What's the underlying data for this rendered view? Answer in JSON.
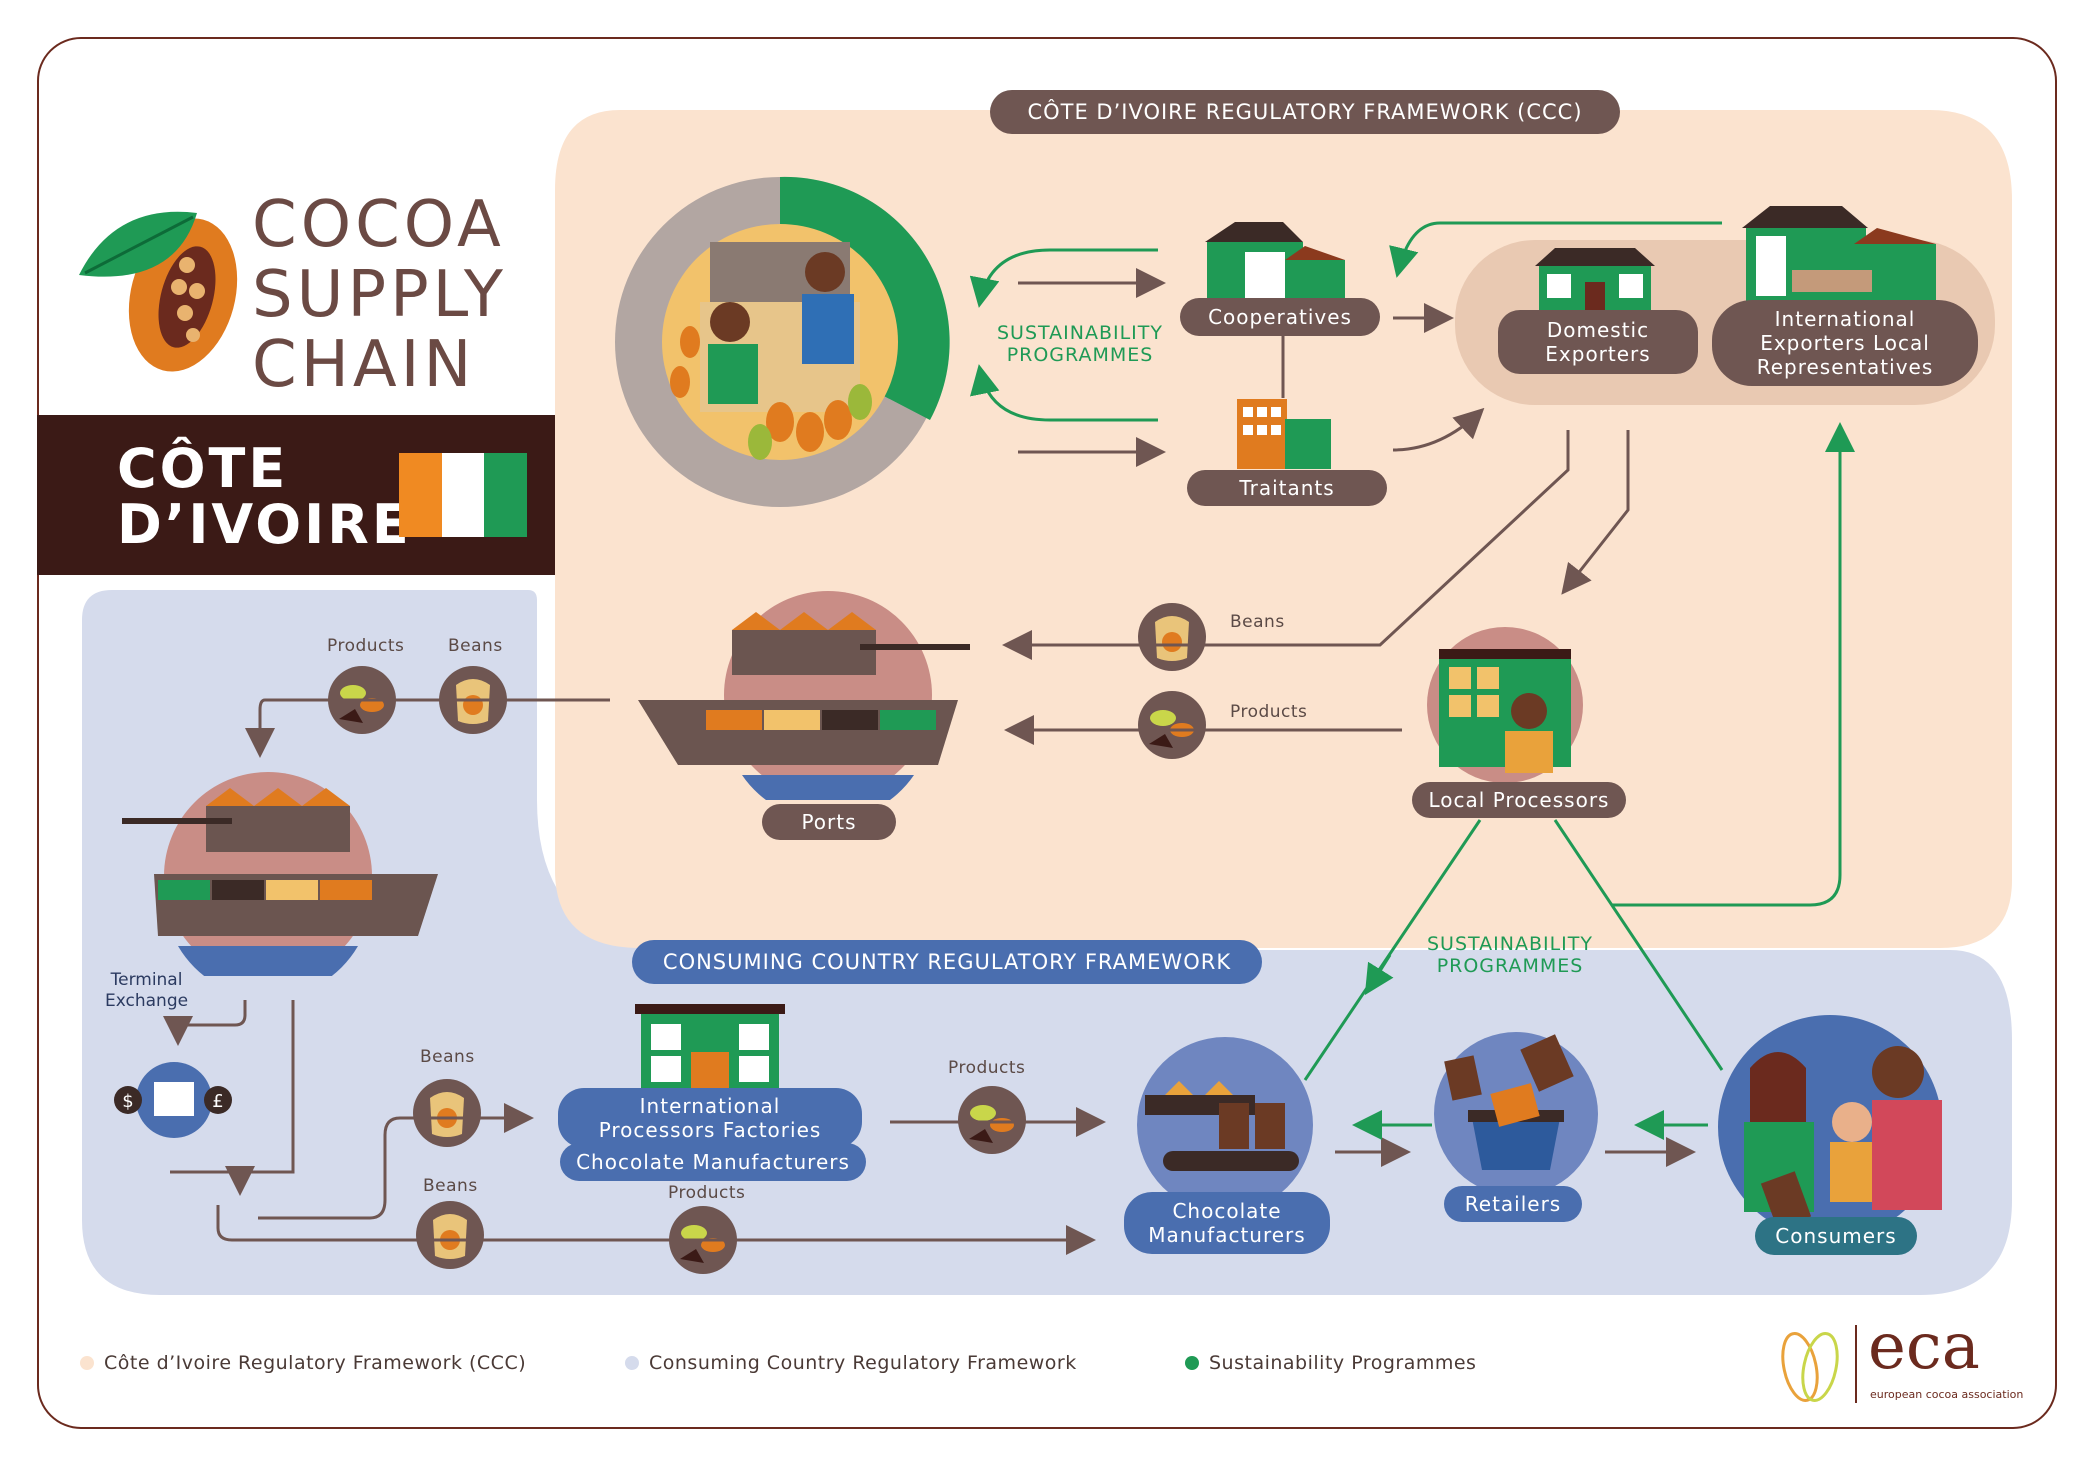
{
  "title": {
    "line1": "COCOA",
    "line2": "SUPPLY",
    "line3": "CHAIN"
  },
  "country": {
    "line1": "CÔTE",
    "line2": "D’IVOIRE"
  },
  "frameworks": {
    "producer": "CÔTE D’IVOIRE REGULATORY FRAMEWORK (CCC)",
    "consumer": "CONSUMING COUNTRY REGULATORY FRAMEWORK"
  },
  "sustainability": {
    "top_line1": "SUSTAINABILITY",
    "top_line2": "PROGRAMMES",
    "bottom_line1": "SUSTAINABILITY",
    "bottom_line2": "PROGRAMMES"
  },
  "nodes": {
    "cooperatives": "Cooperatives",
    "traitants": "Traitants",
    "domestic_exporters_1": "Domestic",
    "domestic_exporters_2": "Exporters",
    "intl_exporters_1": "International",
    "intl_exporters_2": "Exporters Local",
    "intl_exporters_3": "Representatives",
    "local_processors": "Local Processors",
    "ports": "Ports",
    "terminal_exchange_1": "Terminal",
    "terminal_exchange_2": "Exchange",
    "intl_processors_1": "International",
    "intl_processors_2": "Processors Factories",
    "chocolate_manufacturers_box": "Chocolate Manufacturers",
    "chocolate_manufacturers_1": "Chocolate",
    "chocolate_manufacturers_2": "Manufacturers",
    "retailers": "Retailers",
    "consumers": "Consumers"
  },
  "flow_labels": {
    "beans_top": "Beans",
    "products_top": "Products",
    "left_products": "Products",
    "left_beans": "Beans",
    "mid_beans": "Beans",
    "mid_products": "Products",
    "low_beans": "Beans",
    "low_products": "Products"
  },
  "currency": {
    "dollar": "$",
    "pound": "£"
  },
  "legend": [
    {
      "label": "Côte d’Ivoire Regulatory Framework (CCC)",
      "color": "#fbe3cf"
    },
    {
      "label": "Consuming Country Regulatory Framework",
      "color": "#d5dbec"
    },
    {
      "label": "Sustainability Programmes",
      "color": "#1f9a55"
    }
  ],
  "logo": {
    "name": "eca",
    "tagline": "european cocoa association"
  },
  "colors": {
    "brown": "#6f5652",
    "blue": "#4a6eaf",
    "green": "#1f9a55",
    "peach": "#fbe3cf",
    "lavender": "#d5dbec",
    "dark": "#3b1a16"
  }
}
